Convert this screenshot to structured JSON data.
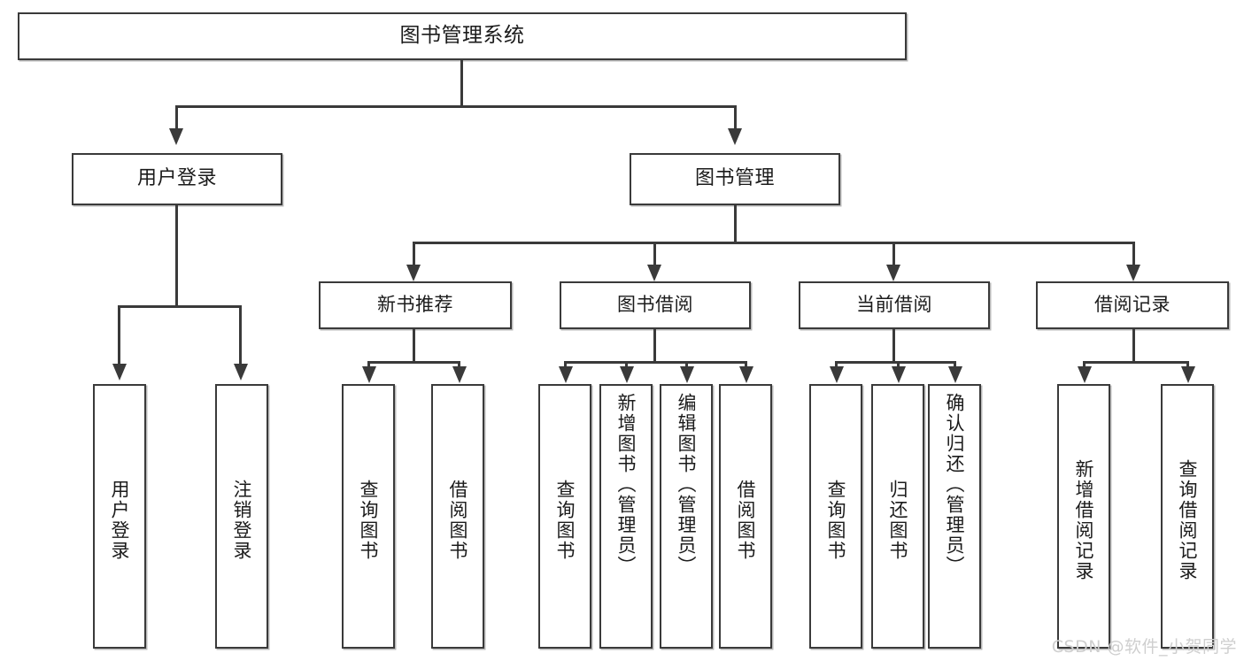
{
  "diagram": {
    "title": "图书管理系统",
    "root": {
      "label": "图书管理系统"
    },
    "level2": [
      {
        "label": "用户登录"
      },
      {
        "label": "图书管理"
      }
    ],
    "level3": [
      {
        "label": "新书推荐"
      },
      {
        "label": "图书借阅"
      },
      {
        "label": "当前借阅"
      },
      {
        "label": "借阅记录"
      }
    ],
    "leaves": {
      "user_login": [
        {
          "label": "用户登录"
        },
        {
          "label": "注销登录"
        }
      ],
      "new_book": [
        {
          "label": "查询图书"
        },
        {
          "label": "借阅图书"
        }
      ],
      "borrow_book": [
        {
          "label": "查询图书"
        },
        {
          "label": "新增图书（管理员）"
        },
        {
          "label": "编辑图书（管理员）"
        },
        {
          "label": "借阅图书"
        }
      ],
      "current_borrow": [
        {
          "label": "查询图书"
        },
        {
          "label": "归还图书"
        },
        {
          "label": "确认归还（管理员）"
        }
      ],
      "borrow_record": [
        {
          "label": "新增借阅记录"
        },
        {
          "label": "查询借阅记录"
        }
      ]
    }
  },
  "watermark": {
    "text": "CSDN @软件_小贺同学"
  },
  "colors": {
    "stroke": "#3a3a3a",
    "fill": "#ffffff",
    "text": "#1b1b1b",
    "watermark": "#cfcfcf"
  }
}
